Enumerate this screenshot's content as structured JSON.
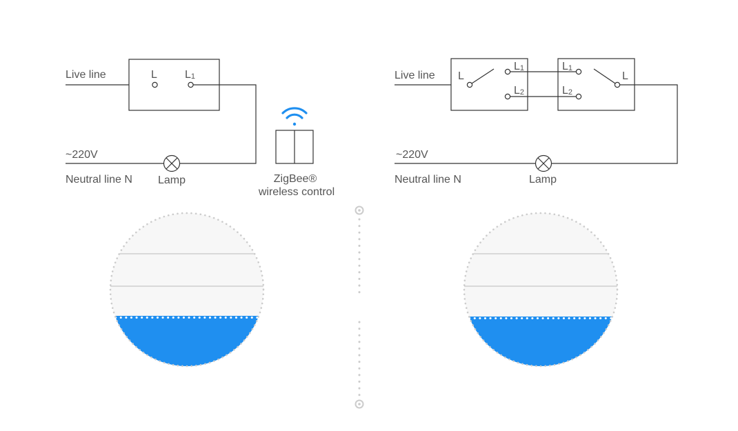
{
  "left_circuit": {
    "live_label": "Live line",
    "voltage_label": "~220V",
    "neutral_label": "Neutral line N",
    "lamp_label": "Lamp",
    "switch_terminal_1": "L",
    "switch_terminal_2_main": "L",
    "switch_terminal_2_sub": "1"
  },
  "zigbee": {
    "line1": "ZigBee®",
    "line2": "wireless control",
    "icon": "wifi-icon"
  },
  "right_circuit": {
    "live_label": "Live line",
    "voltage_label": "~220V",
    "neutral_label": "Neutral line N",
    "lamp_label": "Lamp",
    "switch_a_common": "L",
    "switch_a_t1_main": "L",
    "switch_a_t1_sub": "1",
    "switch_a_t2_main": "L",
    "switch_a_t2_sub": "2",
    "switch_b_t1_main": "L",
    "switch_b_t1_sub": "1",
    "switch_b_t2_main": "L",
    "switch_b_t2_sub": "2",
    "switch_b_common": "L"
  },
  "colors": {
    "accent_blue": "#1f8ff0",
    "wire": "#333333",
    "text": "#555555",
    "dots": "#cccccc",
    "panel_bg": "#f7f7f7"
  }
}
